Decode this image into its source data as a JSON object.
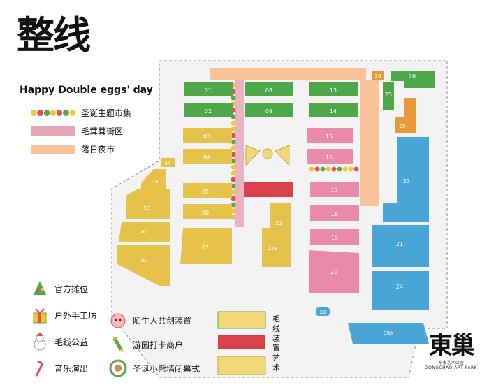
{
  "header": {
    "title": "整线",
    "subtitle": "Happy Double eggs' day"
  },
  "legend": {
    "market": "圣诞主题市集",
    "street": "毛茸茸街区",
    "night": "落日夜市",
    "colors": {
      "market_dots": [
        "#f3c530",
        "#e94d4d",
        "#58a946",
        "#f3c530",
        "#e94d4d",
        "#58a946",
        "#f3c530"
      ],
      "street": "#e7a6b8",
      "night": "#f9c39a"
    }
  },
  "icons_legend": {
    "official": "官方摊位",
    "workshop": "户外手工坊",
    "charity": "毛线公益",
    "music": "音乐演出",
    "co_create": "陌生人共创装置",
    "checkin": "游园打卡商户",
    "bear_wall": "圣诞小熊墙闭幕式",
    "yarn_art": "毛线装置艺术"
  },
  "logo": {
    "main": "東巢",
    "sub1": "东巢艺术公园",
    "sub2": "DONGCHAO ART PARK"
  },
  "booths": [
    "01",
    "02",
    "03",
    "04",
    "05",
    "06",
    "07",
    "08",
    "09",
    "13",
    "14",
    "15",
    "16",
    "17",
    "18",
    "19",
    "20",
    "21",
    "22",
    "23",
    "24",
    "25",
    "26",
    "28",
    "29",
    "30",
    "12B",
    "4A",
    "4B",
    "5C",
    "6C",
    "7D",
    "30A"
  ],
  "colors": {
    "green": "#4ea84a",
    "yellow": "#e6c24a",
    "pink": "#e88aa8",
    "blue": "#4aa6d6",
    "orange": "#e89a3a",
    "peach": "#f9c39a",
    "lilac": "#e7b5c5"
  }
}
